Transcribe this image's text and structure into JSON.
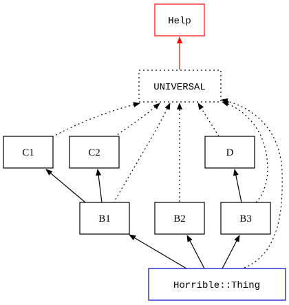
{
  "diagram": {
    "nodes": {
      "help": "Help",
      "universal": "UNIVERSAL",
      "c1": "C1",
      "c2": "C2",
      "d": "D",
      "b1": "B1",
      "b2": "B2",
      "b3": "B3",
      "thing": "Horrible::Thing"
    },
    "colors": {
      "help_border": "#ff0000",
      "help_edge": "#ff0000",
      "thing_border": "#0000cc",
      "default": "#000000"
    }
  }
}
